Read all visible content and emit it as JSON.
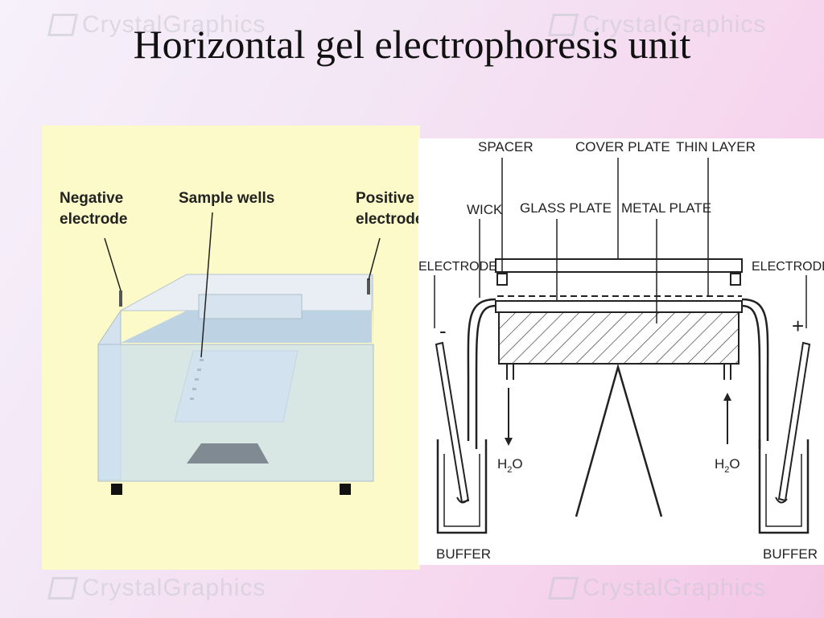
{
  "title": "Horizontal gel electrophoresis unit",
  "watermark": "CrystalGraphics",
  "left_diagram": {
    "labels": {
      "negative_electrode": [
        "Negative",
        "electrode"
      ],
      "sample_wells": "Sample wells",
      "positive_electrode": [
        "Positive",
        "electrode"
      ]
    }
  },
  "right_diagram": {
    "labels": {
      "spacer": "SPACER",
      "cover_plate": "COVER PLATE",
      "thin_layer": "THIN LAYER",
      "wick": "WICK",
      "glass_plate": "GLASS PLATE",
      "metal_plate": "METAL PLATE",
      "electrode_left": "ELECTRODE",
      "electrode_right": "ELECTRODE",
      "minus": "-",
      "plus": "+",
      "h2o_left": "H",
      "h2o_right": "H",
      "h2o_o": "O",
      "h2o_sub": "2",
      "buffer_left": "BUFFER",
      "buffer_right": "BUFFER"
    }
  },
  "colors": {
    "left_panel_bg": "#fbfac8",
    "tank": "#cfe0ec",
    "line": "#222222"
  }
}
